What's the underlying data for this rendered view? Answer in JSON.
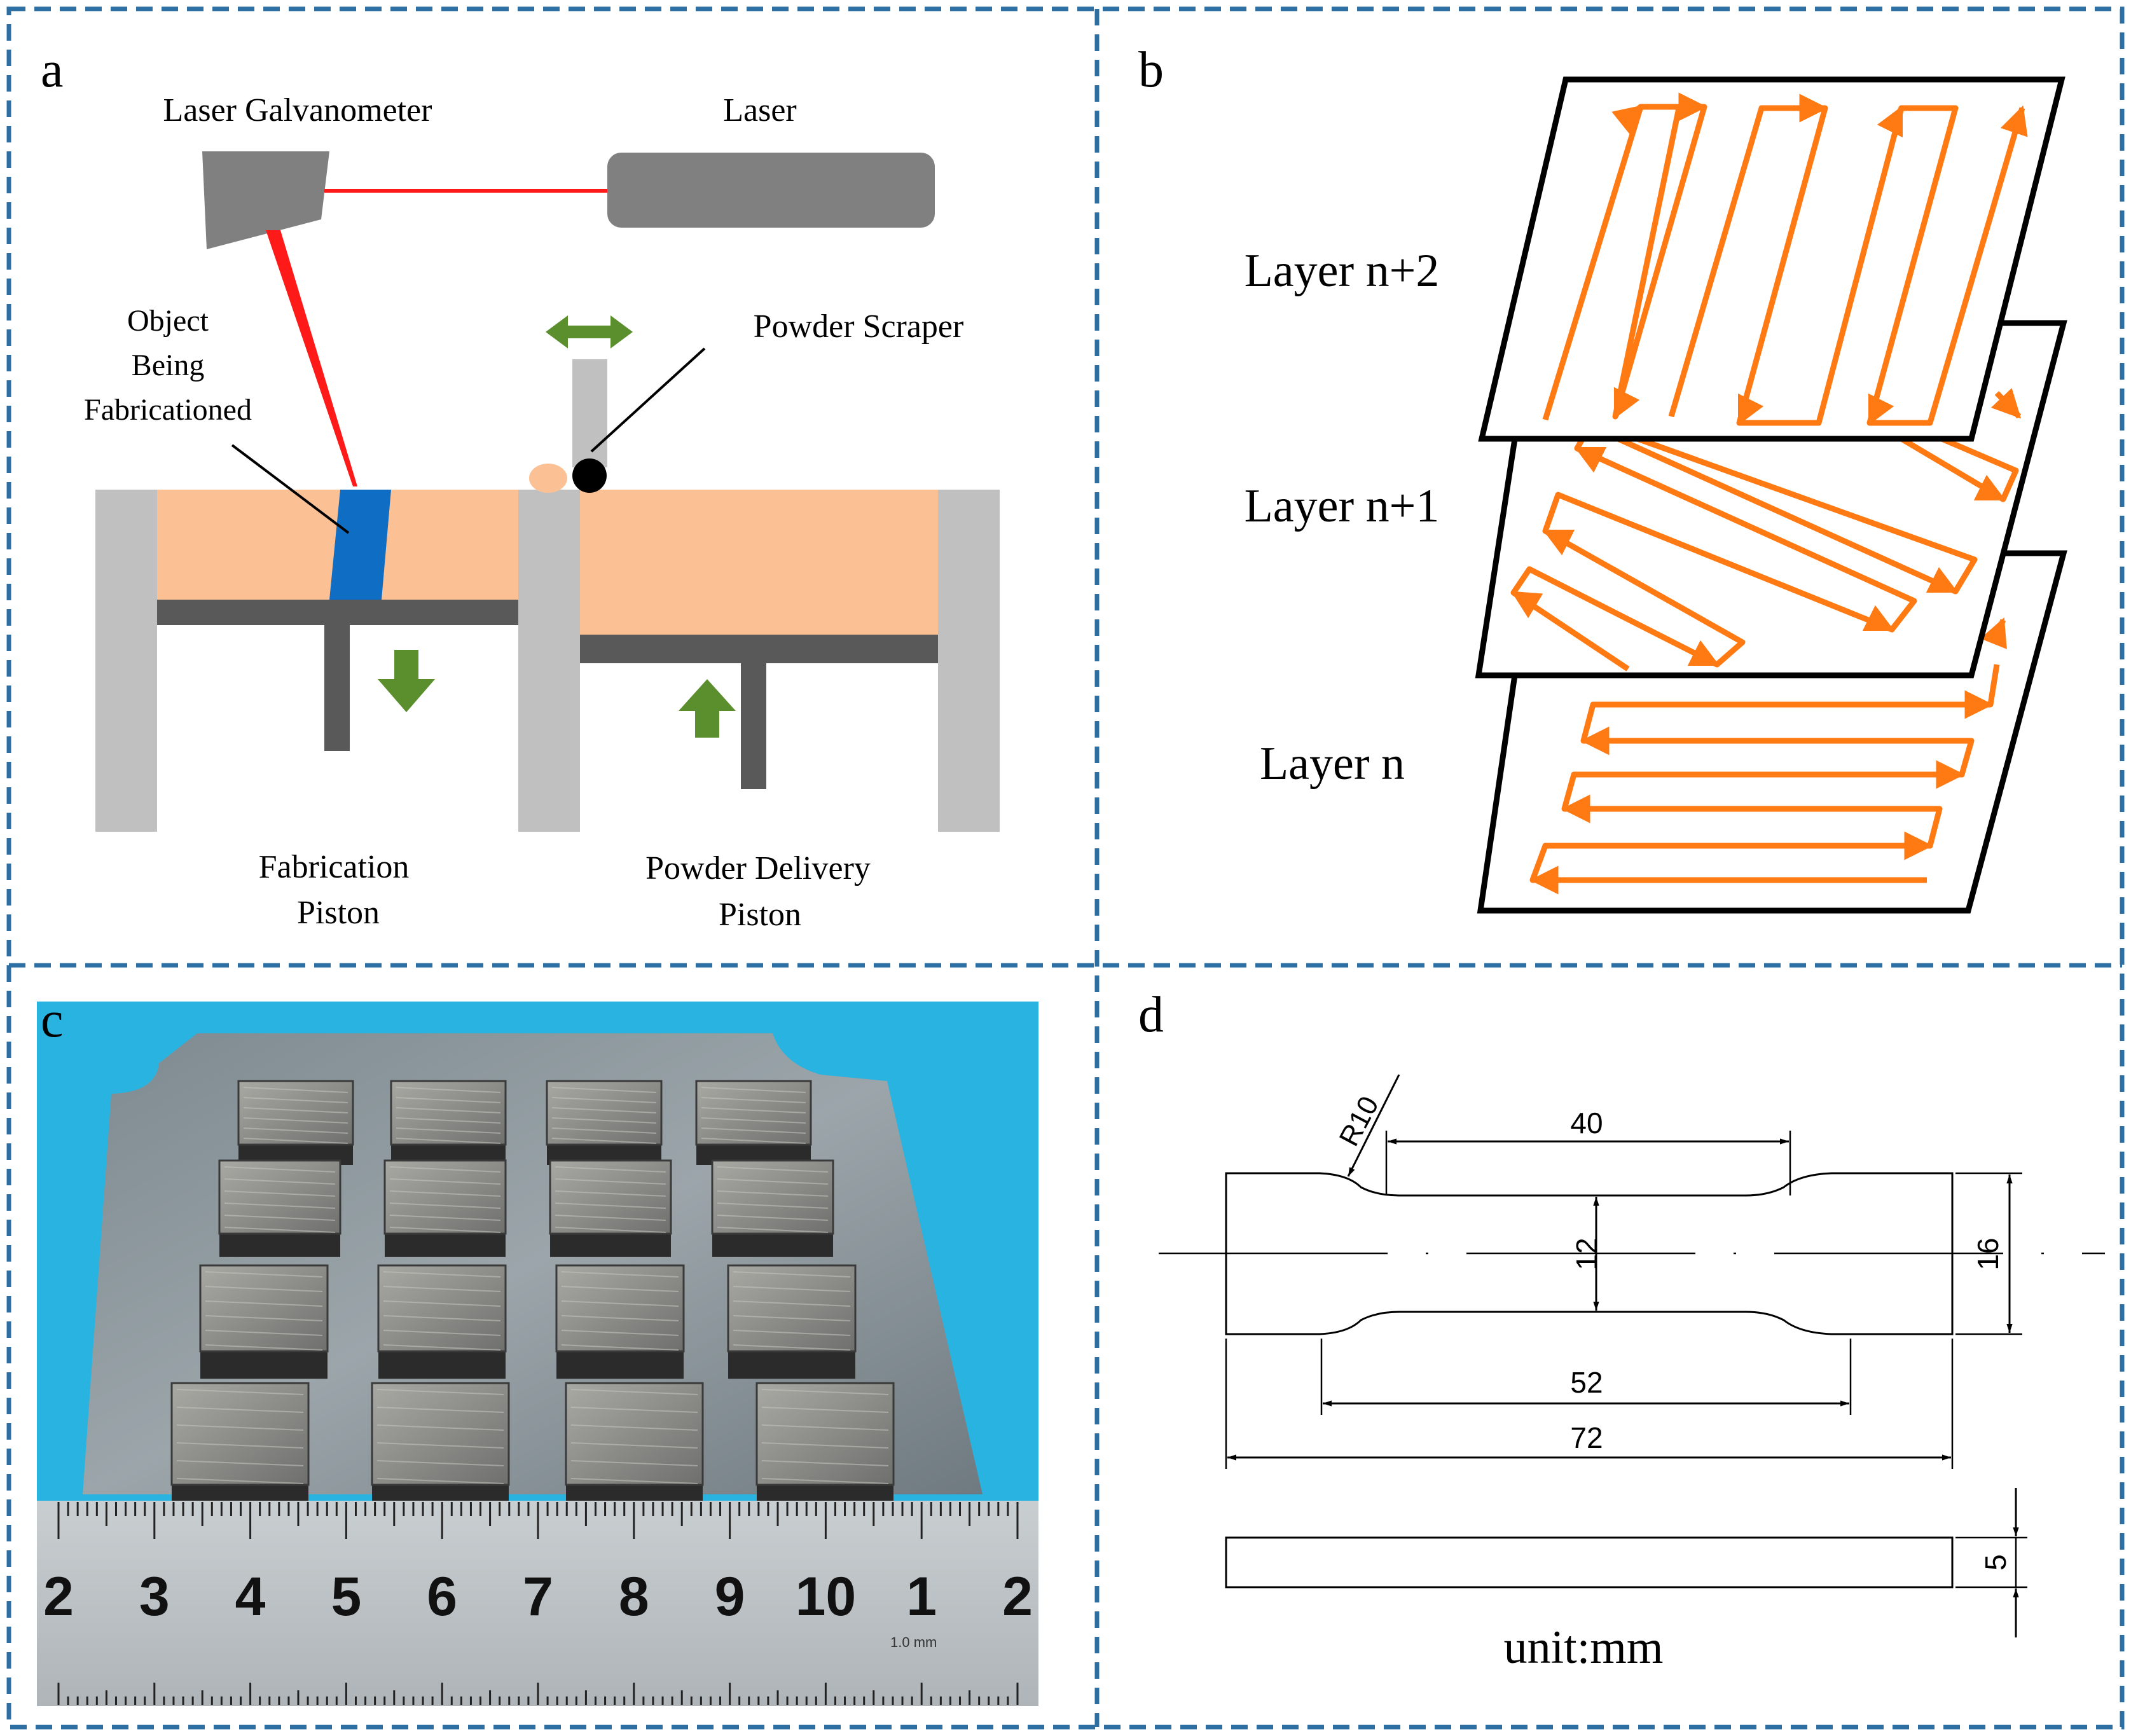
{
  "panel_a": {
    "letter": "a",
    "laser_galvanometer": "Laser Galvanometer",
    "laser": "Laser",
    "object_line1": "Object",
    "object_line2": "Being",
    "object_line3": "Fabricationed",
    "powder_scraper": "Powder Scraper",
    "fabrication_line1": "Fabrication",
    "fabrication_line2": "Piston",
    "delivery_line1": "Powder Delivery",
    "delivery_line2": "Piston"
  },
  "panel_b": {
    "letter": "b",
    "layers": [
      "Layer n+2",
      "Layer n+1",
      "Layer n"
    ]
  },
  "panel_c": {
    "letter": "c",
    "ruler_numbers": [
      "2",
      "3",
      "4",
      "5",
      "6",
      "7",
      "8",
      "9",
      "10",
      "1",
      "2"
    ],
    "ruler_unit": "1.0 mm",
    "block_rows": 4,
    "block_cols": 4
  },
  "panel_d": {
    "letter": "d",
    "radius": "R10",
    "dim_gauge_length": "40",
    "dim_gauge_width": "12",
    "dim_grip_width": "16",
    "dim_parallel_length": "52",
    "dim_total_length": "72",
    "dim_thickness": "5",
    "unit": "unit:mm"
  },
  "colors": {
    "border_dash": "#2e6fa3",
    "powder": "#fcc095",
    "object": "#0f6ec4",
    "laser_beam": "#ff1a1a",
    "frame_gray": "#c0c0c0",
    "dark_gray": "#595959",
    "arrow_green": "#5b8f2e",
    "scan_orange": "#ff7a12"
  }
}
